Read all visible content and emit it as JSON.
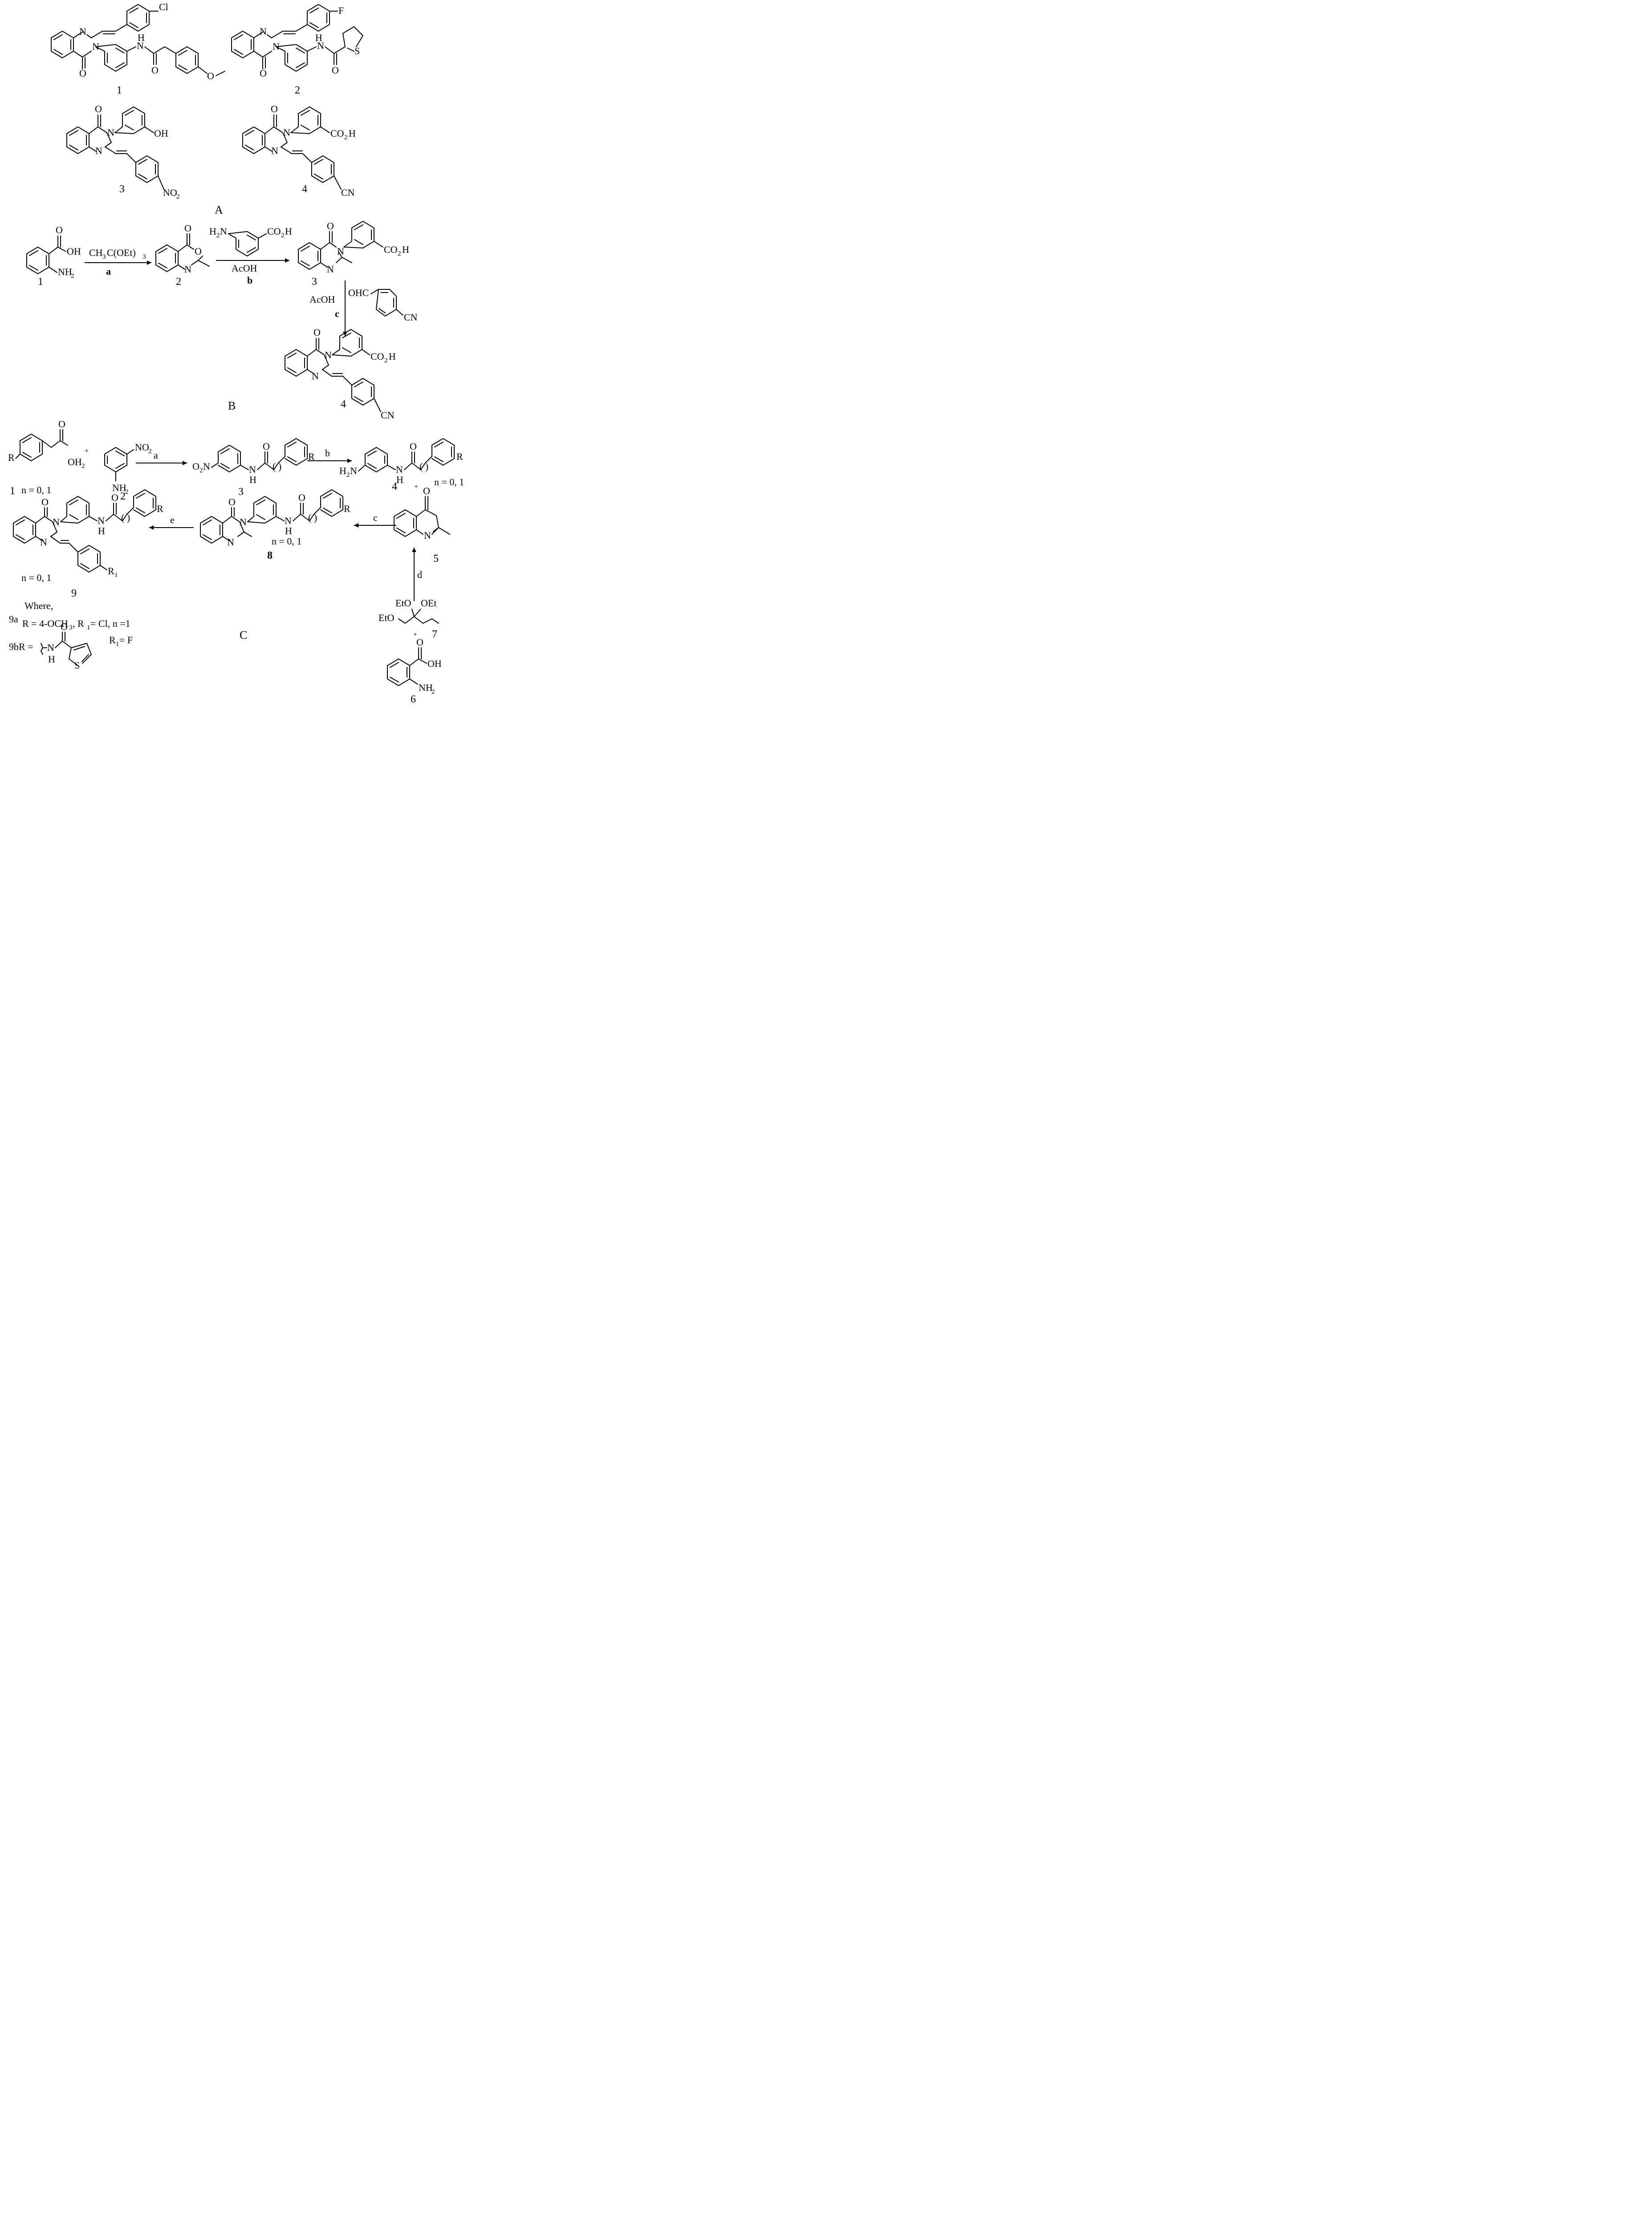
{
  "panels": {
    "A": "A",
    "B": "B",
    "C": "C"
  },
  "A": {
    "c1": {
      "number": "1",
      "sub_cl": "Cl",
      "n": "N",
      "nh": "N",
      "h": "H",
      "o_quin": "O",
      "o_amide": "O",
      "o_meo": "O"
    },
    "c2": {
      "number": "2",
      "sub_f": "F",
      "n": "N",
      "nh": "N",
      "h": "H",
      "o_quin": "O",
      "o_amide": "O",
      "s": "S"
    },
    "c3": {
      "number": "3",
      "n1": "N",
      "n3": "N",
      "o": "O",
      "oh": "OH",
      "no2_main": "NO",
      "no2_sub": "2"
    },
    "c4": {
      "number": "4",
      "n1": "N",
      "n3": "N",
      "o": "O",
      "co2h_main": "CO",
      "co2h_sub": "2",
      "co2h_tail": "H",
      "cn": "CN"
    }
  },
  "B": {
    "s1": {
      "number": "1",
      "o": "O",
      "oh": "OH",
      "nh2_main": "NH",
      "nh2_sub": "2"
    },
    "s2": {
      "number": "2",
      "o_carbonyl": "O",
      "o_ring": "O",
      "n": "N"
    },
    "s3": {
      "number": "3",
      "o": "O",
      "n1": "N",
      "n3": "N",
      "co2h_main": "CO",
      "co2h_sub": "2",
      "co2h_tail": "H"
    },
    "s4": {
      "number": "4",
      "o": "O",
      "n1": "N",
      "n3": "N",
      "co2h_main": "CO",
      "co2h_sub": "2",
      "co2h_tail": "H",
      "cn": "CN"
    },
    "reagent_a": {
      "main": "CH",
      "sub1": "3",
      "mid": "C(OEt)",
      "sub2": "3"
    },
    "step_a": "a",
    "reagent_b_amine": {
      "h": "H",
      "sub": "2",
      "n": "N",
      "acid_main": "CO",
      "acid_sub": "2",
      "acid_tail": "H"
    },
    "reagent_b_solvent": "AcOH",
    "step_b": "b",
    "reagent_c_solvent": "AcOH",
    "reagent_c_aldehyde": {
      "ohc": "OHC",
      "cn": "CN"
    },
    "step_c": "c"
  },
  "C": {
    "c1": {
      "number": "1",
      "n_note": "n = 0, 1",
      "r": "R",
      "o": "O",
      "oh_main": "OH",
      "oh_sub": "2",
      "plus": "+"
    },
    "c2": {
      "number": "2",
      "no2_main": "NO",
      "no2_sub": "2",
      "nh2_main": "NH",
      "nh2_sub": "2"
    },
    "c3": {
      "number": "3",
      "no2_main": "O",
      "no2_sub": "2",
      "no2_tail": "N",
      "n": "N",
      "h": "H",
      "o": "O",
      "paren": "( )",
      "r": "R"
    },
    "c4": {
      "number": "4",
      "h2n_main": "H",
      "h2n_sub": "2",
      "h2n_tail": "N",
      "n": "N",
      "h": "H",
      "o": "O",
      "paren": "( )",
      "r": "R",
      "n_note": "n = 0, 1",
      "plus": "+"
    },
    "c5": {
      "number": "5",
      "o": "O",
      "n": "N"
    },
    "c6": {
      "number": "6",
      "o": "O",
      "oh": "OH",
      "nh2_main": "NH",
      "nh2_sub": "2"
    },
    "c7": {
      "number": "7",
      "eto1": "EtO",
      "oet": "OEt",
      "eto2": "EtO",
      "plus": "+"
    },
    "c8": {
      "number": "8",
      "o_quin": "O",
      "n1": "N",
      "n3": "N",
      "n_amide": "N",
      "h": "H",
      "o_amide": "O",
      "paren": "( )",
      "r": "R",
      "n_note": "n = 0, 1"
    },
    "c9": {
      "number": "9",
      "o_quin": "O",
      "n1": "N",
      "n3": "N",
      "n_amide": "N",
      "h": "H",
      "o_amide": "O",
      "paren": "( )",
      "r": "R",
      "r1_main": "R",
      "r1_sub": "1",
      "n_note": "n = 0, 1"
    },
    "steps": {
      "a": "a",
      "b": "b",
      "c": "c",
      "d": "d",
      "e": "e"
    },
    "where": "Where,",
    "c9a": {
      "label": "9a",
      "text_r": "R = 4-OCH",
      "sub3": "3",
      "text_r1": ", R",
      "sub1": "1",
      "text_end": " = Cl, n =1"
    },
    "c9b": {
      "label": "9bR =",
      "n": "N",
      "h": "H",
      "o": "O",
      "s": "S",
      "r1_main": "R",
      "r1_sub": "1",
      "r1_end": " = F"
    }
  }
}
